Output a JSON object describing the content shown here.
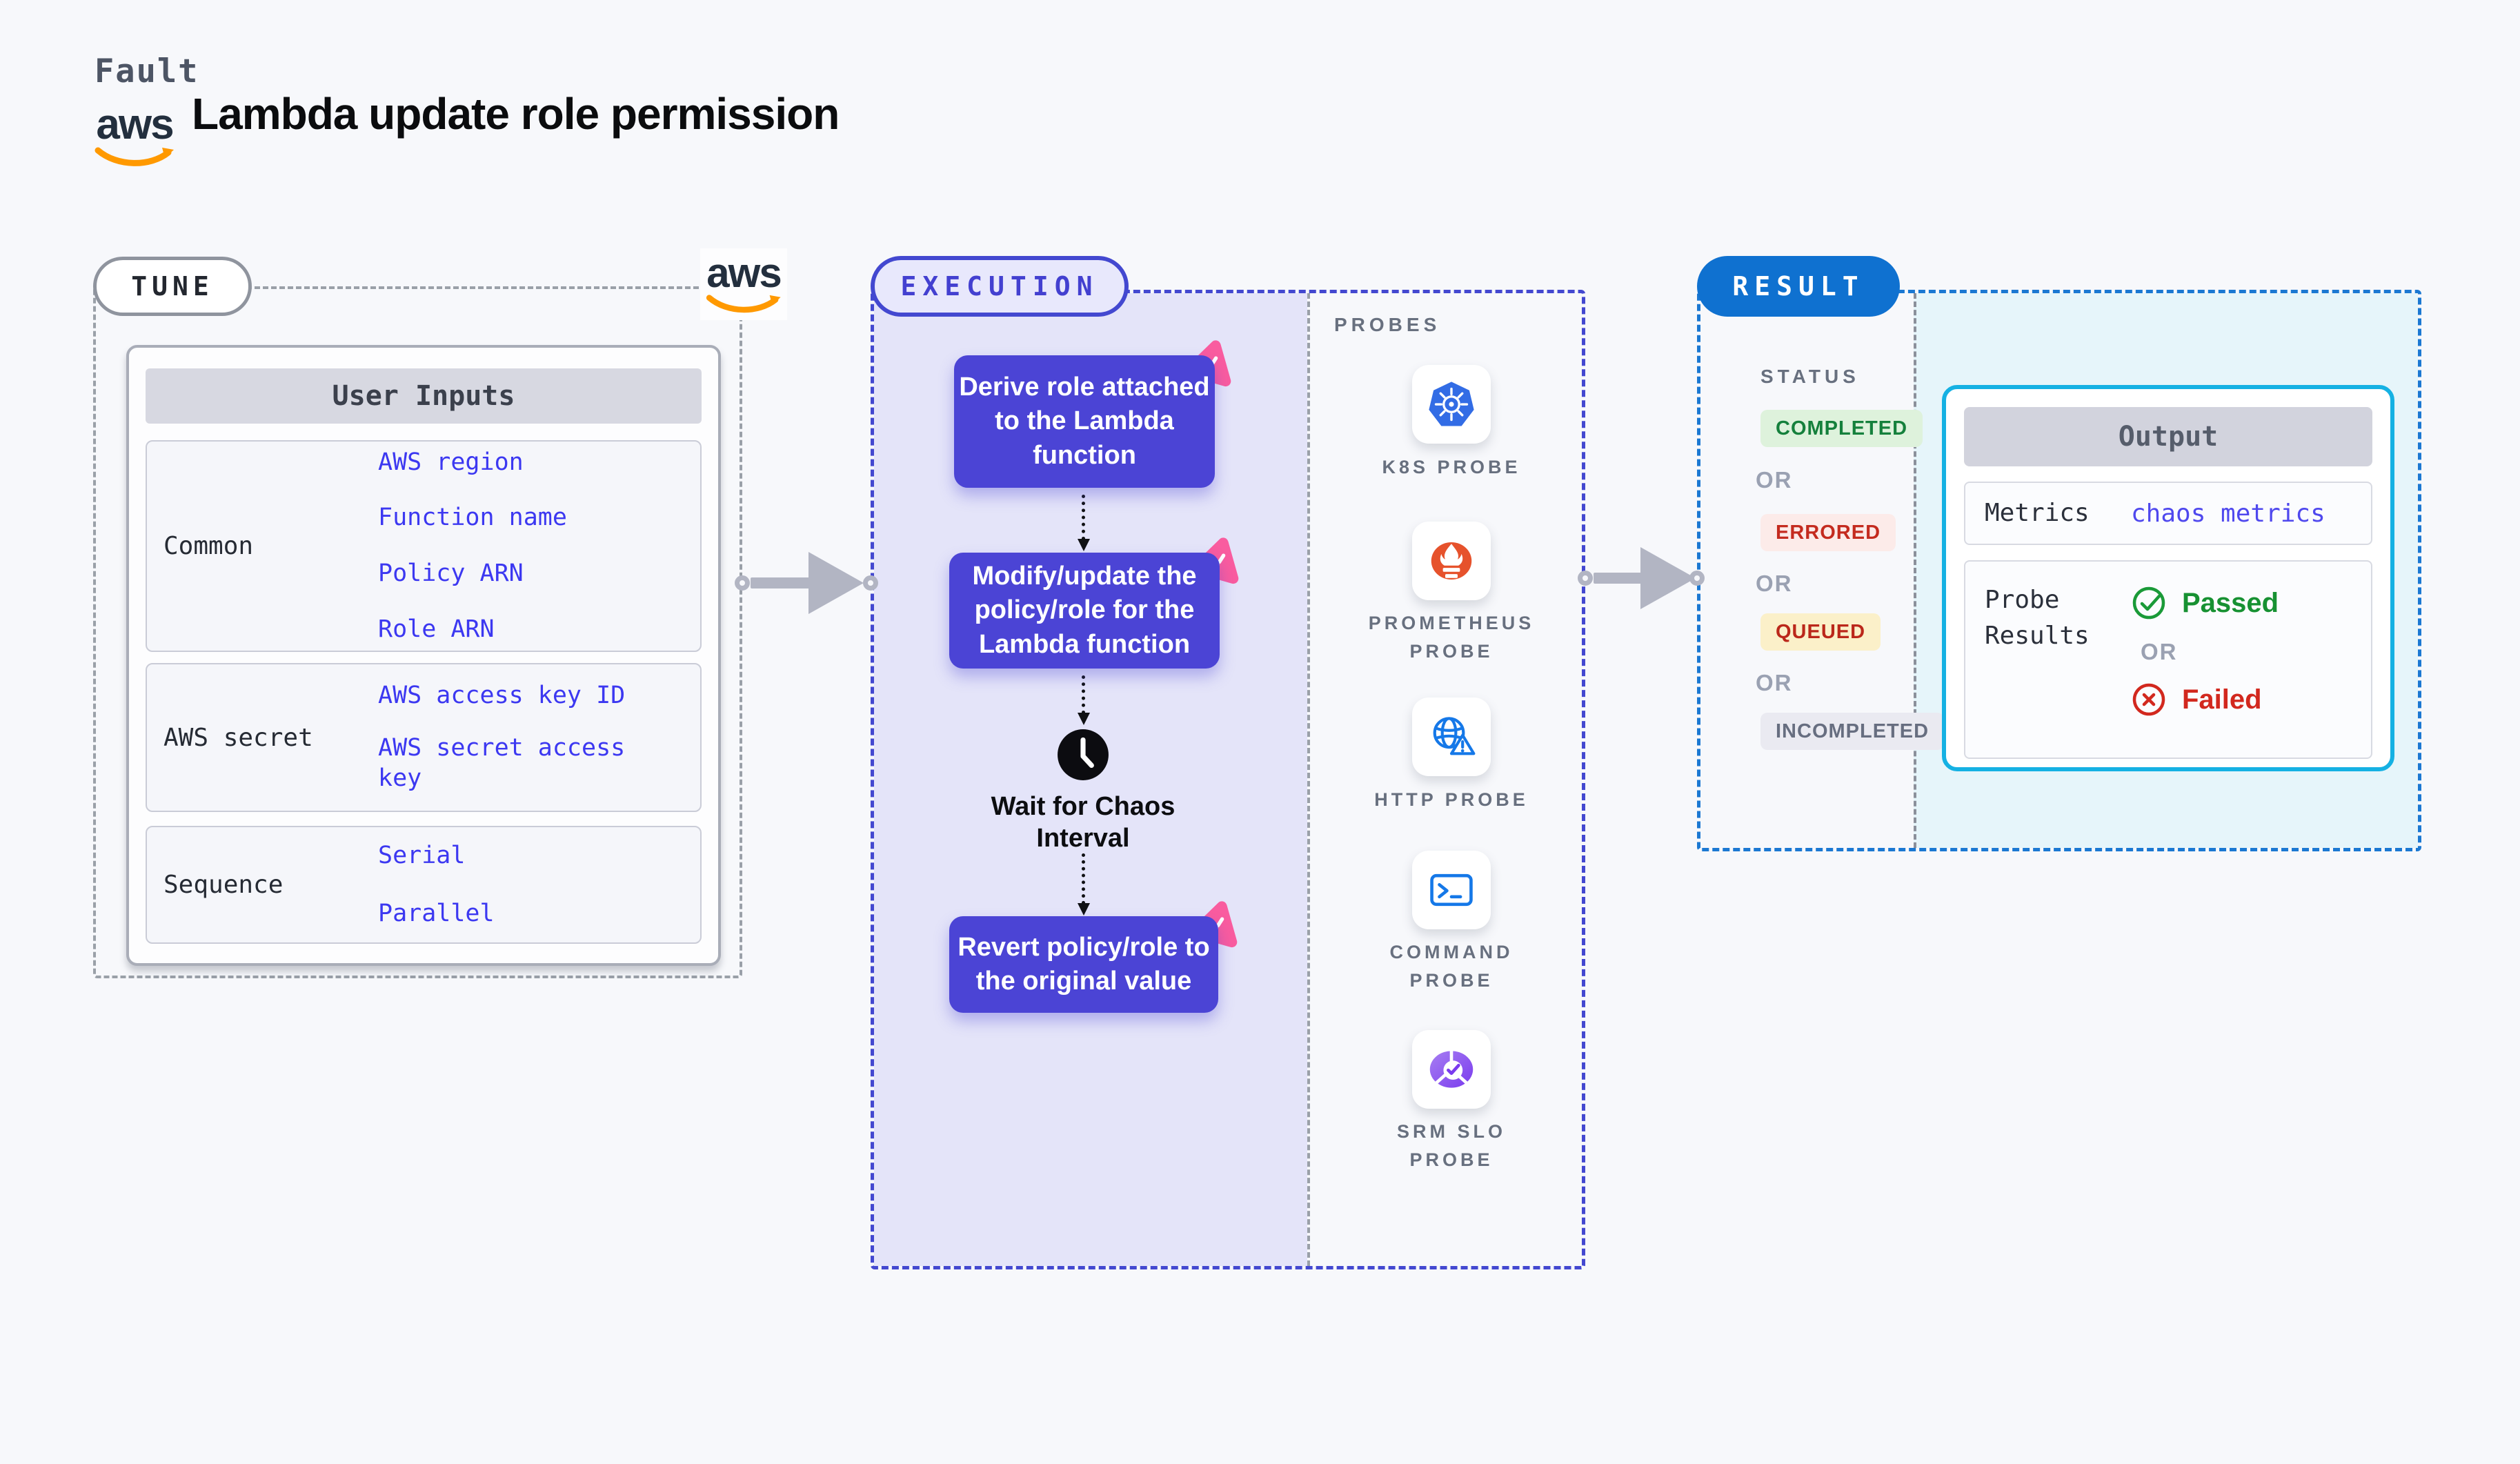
{
  "header": {
    "kicker": "Fault",
    "title": "Lambda update role permission",
    "aws_text": "aws"
  },
  "tune": {
    "pill_label": "TUNE",
    "table_title": "User Inputs",
    "rows": [
      {
        "label": "Common",
        "links": [
          "AWS region",
          "Function name",
          "Policy ARN",
          "Role ARN"
        ]
      },
      {
        "label": "AWS secret",
        "links": [
          "AWS access key ID",
          "AWS secret access\nkey"
        ]
      },
      {
        "label": "Sequence",
        "links": [
          "Serial",
          "Parallel"
        ]
      }
    ]
  },
  "execution": {
    "pill_label": "EXECUTION",
    "boxes": [
      {
        "label": "Derive role attached\nto the Lambda\nfunction"
      },
      {
        "label": "Modify/update the\npolicy/role for the\nLambda function"
      },
      {
        "label": "Revert policy/role to\nthe original value"
      }
    ],
    "wait_label": "Wait for Chaos\nInterval",
    "probes_title": "PROBES",
    "probes": [
      {
        "label": "K8S PROBE",
        "icon": "kubernetes-icon"
      },
      {
        "label": "PROMETHEUS\nPROBE",
        "icon": "prometheus-icon"
      },
      {
        "label": "HTTP PROBE",
        "icon": "http-globe-icon"
      },
      {
        "label": "COMMAND\nPROBE",
        "icon": "terminal-icon"
      },
      {
        "label": "SRM SLO\nPROBE",
        "icon": "srm-slo-icon"
      }
    ]
  },
  "result": {
    "pill_label": "RESULT",
    "status_title": "STATUS",
    "or_label": "OR",
    "badges": [
      {
        "label": "COMPLETED"
      },
      {
        "label": "ERRORED"
      },
      {
        "label": "QUEUED"
      },
      {
        "label": "INCOMPLETED"
      }
    ],
    "output": {
      "title": "Output",
      "metrics_label": "Metrics",
      "metrics_value": "chaos metrics",
      "probe_results_label": "Probe\nResults",
      "passed_label": "Passed",
      "or_label": "OR",
      "failed_label": "Failed"
    }
  },
  "colors": {
    "page_background": "#f7f8fb",
    "flow_box_purple": "#4b44d5",
    "execution_lavender": "#e4e4f9",
    "execution_border": "#4348d0",
    "result_pill_blue": "#0f71d0",
    "result_border_blue": "#1b78d2",
    "output_border_cyan": "#15b1e3",
    "result_cyan_bg": "#e6f5fa",
    "link_blue": "#3c38f1",
    "passed_green": "#179132",
    "failed_red": "#d2281e",
    "queued_yellow_bg": "#fbf0c9",
    "aws_orange": "#ff9900",
    "kubernetes_blue": "#326ce5",
    "prometheus_orange": "#e6522c",
    "chaos_pink": "#f95c9f"
  }
}
